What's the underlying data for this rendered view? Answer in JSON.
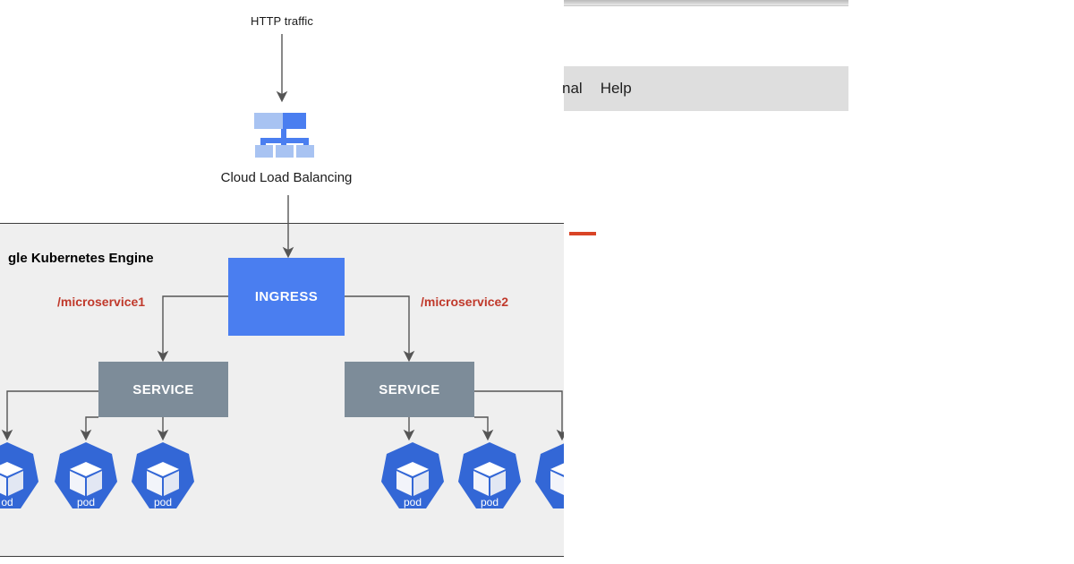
{
  "diagram": {
    "title_cutoff": "gle Kubernetes Engine",
    "http_label": "HTTP traffic",
    "load_balancer_label": "Cloud Load Balancing",
    "load_balancer_icon": "cloud-load-balancing-icon",
    "ingress_label": "INGRESS",
    "routes": [
      {
        "label": "/microservice1"
      },
      {
        "label": "/microservice2"
      }
    ],
    "services": [
      {
        "label": "SERVICE"
      },
      {
        "label": "SERVICE"
      }
    ],
    "pods_left": [
      {
        "label": "od"
      },
      {
        "label": "pod"
      },
      {
        "label": "pod"
      }
    ],
    "pods_right": [
      {
        "label": "pod"
      },
      {
        "label": "pod"
      },
      {
        "label": "p"
      }
    ],
    "colors": {
      "ingress": "#4a7ef0",
      "service": "#7d8c99",
      "pod": "#3367d6",
      "route_text": "#c0392b",
      "container_bg": "#efefef",
      "container_border": "#3d3d3d",
      "connector": "#555555"
    }
  },
  "window": {
    "menu_items": [
      {
        "label": "nal",
        "clipped": true
      },
      {
        "label": "Help",
        "clipped": false
      }
    ],
    "accent_rule_color": "#d94426",
    "side_pane_color": "#dbe6f8"
  }
}
